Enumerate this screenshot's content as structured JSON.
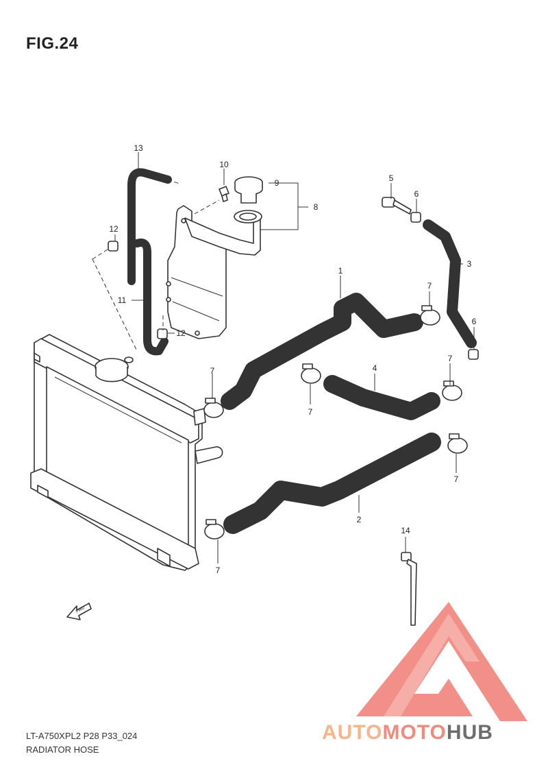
{
  "title": "FIG.24",
  "footer": {
    "code": "LT-A750XPL2 P28 P33_024",
    "name": "RADIATOR HOSE"
  },
  "fwd_arrow": "FWD",
  "watermark": {
    "part_a": "AUTO",
    "part_b": "MOTO",
    "part_c": "HUB",
    "color_a": "#f6b58a",
    "color_b": "#f08a7c",
    "color_c": "#6d6d6d",
    "triangle_color": "#f07c74"
  },
  "callouts": [
    {
      "id": "c13",
      "text": "13"
    },
    {
      "id": "c10",
      "text": "10"
    },
    {
      "id": "c9",
      "text": "9"
    },
    {
      "id": "c8",
      "text": "8"
    },
    {
      "id": "c5",
      "text": "5"
    },
    {
      "id": "c6a",
      "text": "6"
    },
    {
      "id": "c3",
      "text": "3"
    },
    {
      "id": "c12a",
      "text": "12"
    },
    {
      "id": "c1",
      "text": "1"
    },
    {
      "id": "c7a",
      "text": "7"
    },
    {
      "id": "c11",
      "text": "11"
    },
    {
      "id": "c12b",
      "text": "12"
    },
    {
      "id": "c6b",
      "text": "6"
    },
    {
      "id": "c4",
      "text": "4"
    },
    {
      "id": "c7b",
      "text": "7"
    },
    {
      "id": "c7c",
      "text": "7"
    },
    {
      "id": "c7d",
      "text": "7"
    },
    {
      "id": "c7e",
      "text": "7"
    },
    {
      "id": "c2",
      "text": "2"
    },
    {
      "id": "c7f",
      "text": "7"
    },
    {
      "id": "c14",
      "text": "14"
    }
  ]
}
